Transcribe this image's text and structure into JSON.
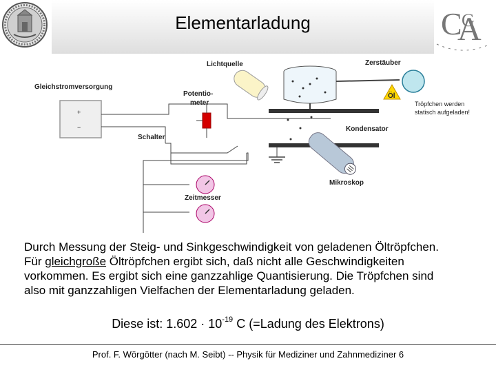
{
  "slide": {
    "title": "Elementarladung",
    "logo_text": "C",
    "logo_text2": "G",
    "logo_text3": "A"
  },
  "diagram": {
    "lichtquelle": "Lichtquelle",
    "zerstaeuber": "Zerstäuber",
    "gleichstrom": "Gleichstromversorgung",
    "potentiometer_1": "Potentio-",
    "potentiometer_2": "meter",
    "oel": "Öl",
    "plus": "+",
    "minus": "−",
    "schalter": "Schalter",
    "kondensator": "Kondensator",
    "mikroskop": "Mikroskop",
    "zeitmesser": "Zeitmesser",
    "annotation_1": "Tröpfchen werden",
    "annotation_2": "statisch aufgeladen!"
  },
  "body": {
    "line1": "Durch Messung der Steig- und Sinkgeschwindigkeit von geladenen Öltröpfchen.",
    "line2_pre": "Für ",
    "line2_underlined": "gleichgroße",
    "line2_post": " Öltröpfchen ergibt sich, daß nicht alle Geschwindigkeiten",
    "line3": "vorkommen. Es ergibt sich eine ganzzahlige Quantisierung. Die Tröpfchen sind",
    "line4": "also mit ganzzahligen Vielfachen der Elementarladung geladen."
  },
  "formula": {
    "prefix": "Diese ist: 1.602 · 10",
    "exponent": "-19",
    "suffix": " C (=Ladung des Elektrons)"
  },
  "footer": {
    "text": "Prof. F. Wörgötter (nach M. Seibt) -- Physik für Mediziner und Zahnmediziner  6"
  }
}
